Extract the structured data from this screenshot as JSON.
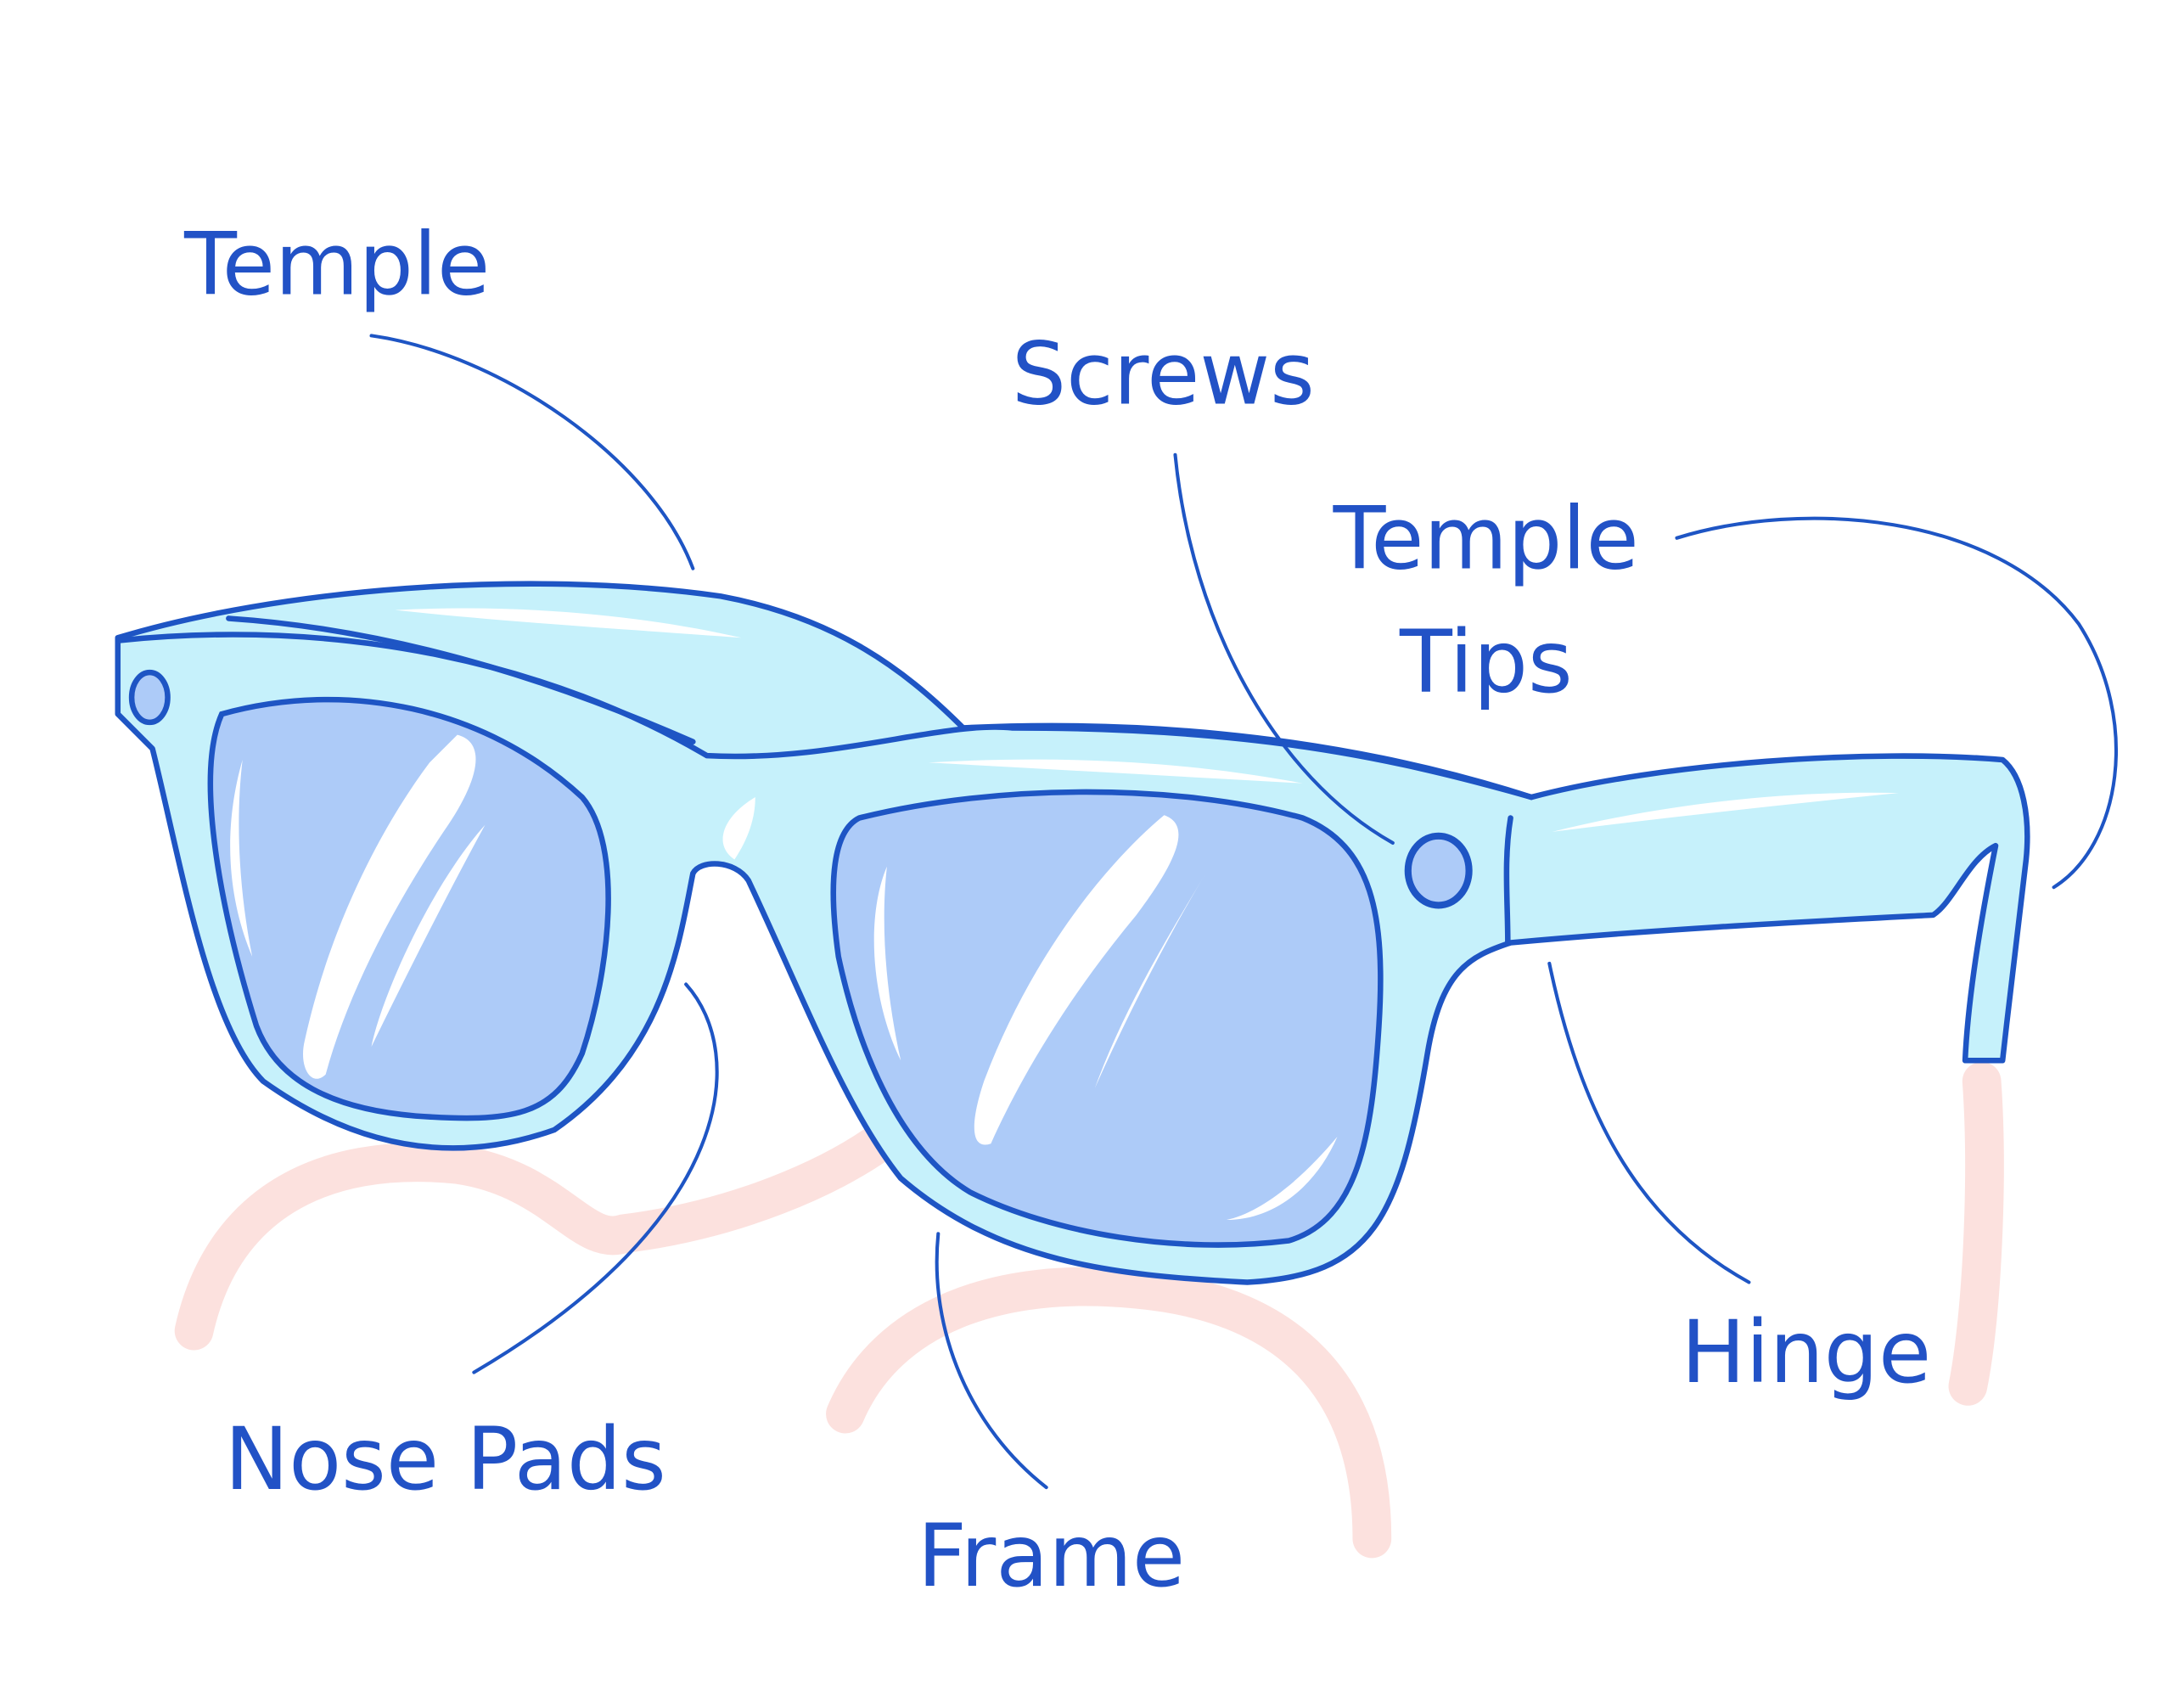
{
  "title": "Parts of sunglasses",
  "labels": {
    "temple": "Temple",
    "screws": "Screws",
    "temple_tips_line1": "Temple",
    "temple_tips_line2": "Tips",
    "hinge": "Hinge",
    "nose_pads": "Nose Pads",
    "frame": "Frame"
  },
  "colors": {
    "outline": "#1e55c4",
    "label_text": "#2252c6",
    "frame_fill": "#c6f1fb",
    "lens_fill": "#adcbf8",
    "shadow": "#fbdcd8"
  }
}
